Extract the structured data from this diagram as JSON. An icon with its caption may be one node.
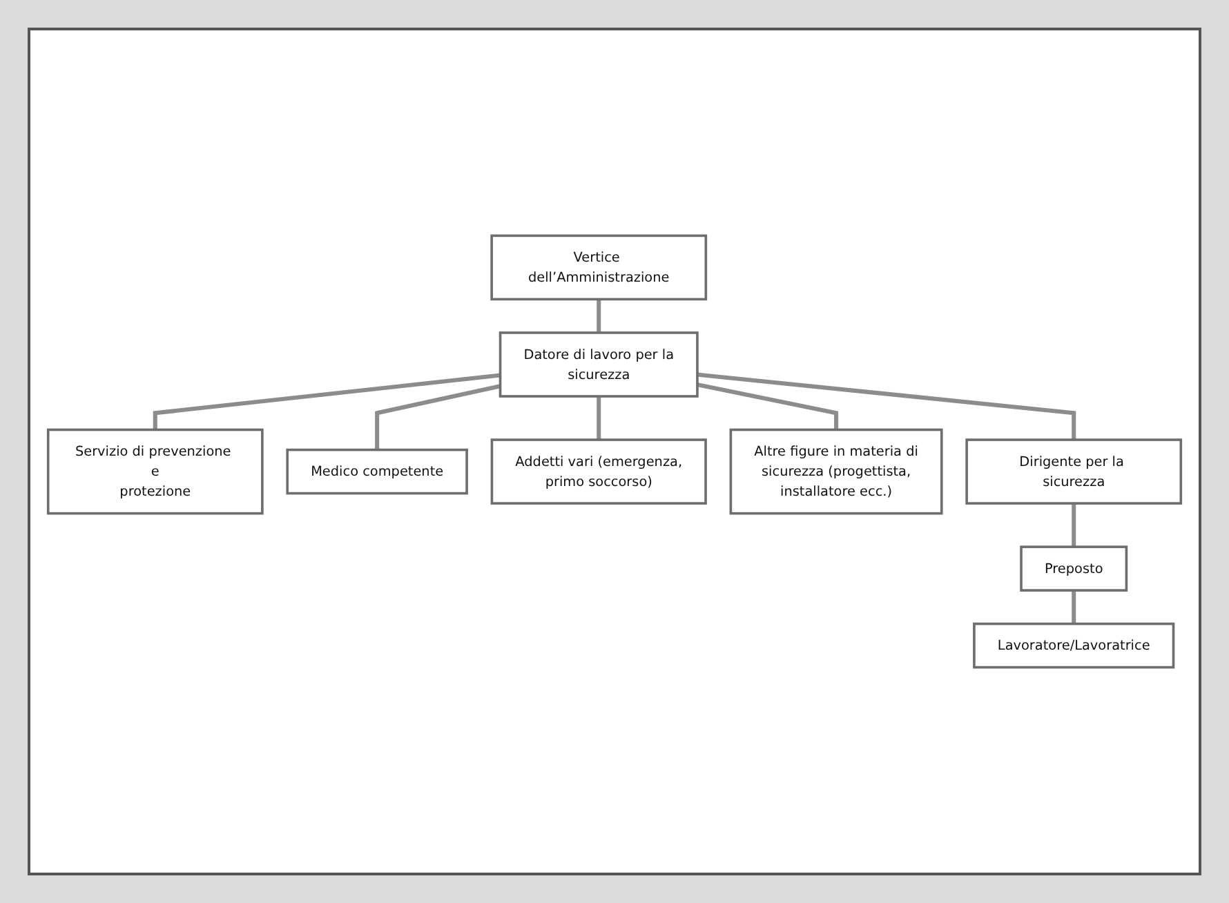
{
  "diagram": {
    "nodes": [
      {
        "text": [
          "Vertice dell’Amministrazione"
        ]
      },
      {
        "text": [
          "Datore di lavoro per la sicurezza"
        ]
      },
      {
        "text": [
          "Servizio di prevenzione e protezione"
        ]
      },
      {
        "text": [
          "Medico competente"
        ]
      },
      {
        "text": [
          "Addetti vari (emergenza, primo soccorso)"
        ]
      },
      {
        "text": [
          "Altre figure in materia di sicurezza (progettista, installatore ecc.)"
        ]
      },
      {
        "text": [
          "Dirigente per la sicurezza"
        ]
      },
      {
        "text": [
          "Preposto"
        ]
      },
      {
        "text": [
          "Lavoratore/Lavoratrice"
        ]
      }
    ],
    "edges": [
      {
        "from": 0,
        "to": 1,
        "arrow": "none"
      },
      {
        "from": 1,
        "to": 2,
        "arrow": "none"
      },
      {
        "from": 1,
        "to": 3,
        "arrow": "none"
      },
      {
        "from": 1,
        "to": 4,
        "arrow": "none"
      },
      {
        "from": 1,
        "to": 5,
        "arrow": "none"
      },
      {
        "from": 1,
        "to": 6,
        "arrow": "none"
      },
      {
        "from": 6,
        "to": 7,
        "arrow": "none"
      },
      {
        "from": 7,
        "to": 8,
        "arrow": "none"
      }
    ]
  }
}
